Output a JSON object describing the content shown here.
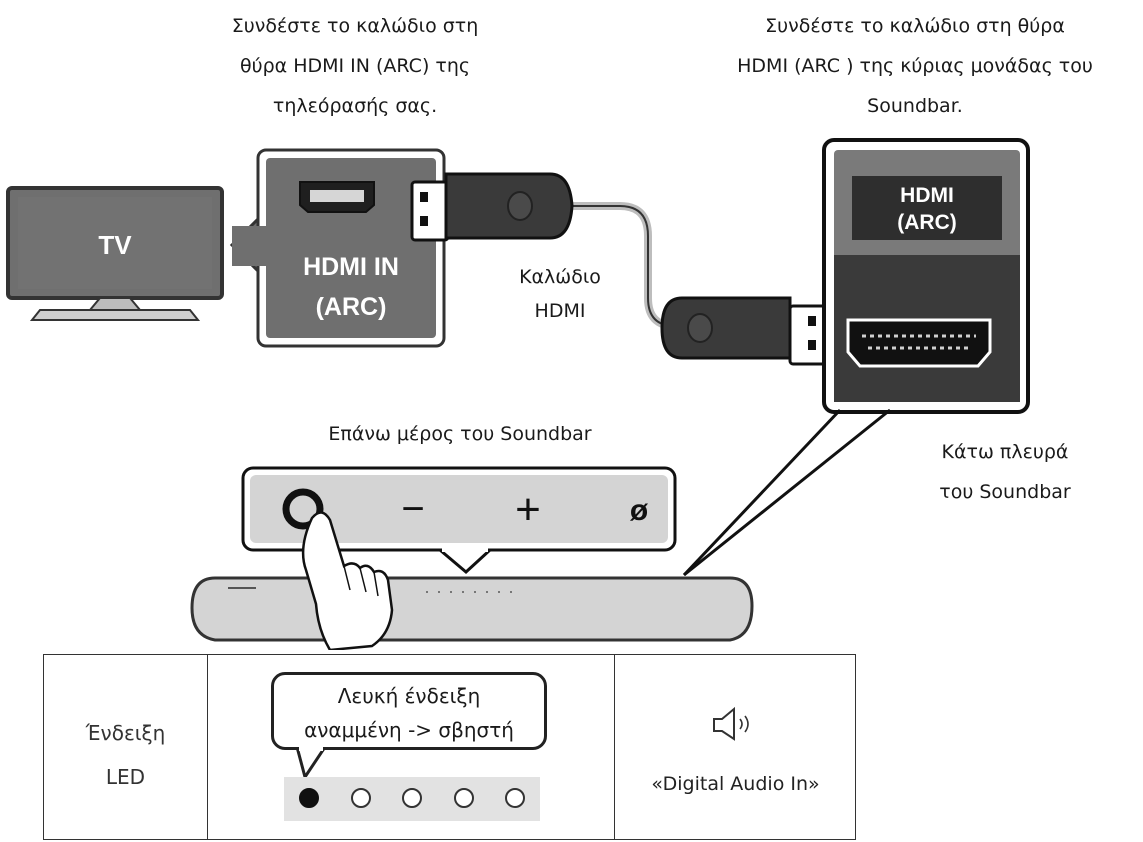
{
  "captions": {
    "tv_port": "Συνδέστε το καλώδιο στη\nθύρα HDMI IN (ARC) της\nτηλεόρασής σας.",
    "soundbar_port": "Συνδέστε το καλώδιο στη θύρα\nHDMI (ARC ) της κύριας μονάδας του\nSoundbar.",
    "cable": "Καλώδιο\nHDMI",
    "top_of_soundbar": "Επάνω μέρος του Soundbar",
    "bottom_of_soundbar": "Κάτω πλευρά\nτου Soundbar"
  },
  "tv": {
    "label": "TV"
  },
  "tv_port": {
    "line1": "HDMI IN",
    "line2": "(ARC)"
  },
  "soundbar_port": {
    "line1": "HDMI",
    "line2": "(ARC)"
  },
  "soundbar_buttons": [
    {
      "icon": "power-button-icon",
      "symbol": ""
    },
    {
      "icon": "volume-down-icon",
      "symbol": "−"
    },
    {
      "icon": "volume-up-icon",
      "symbol": "+"
    },
    {
      "icon": "source-icon",
      "symbol": "ø"
    }
  ],
  "table": {
    "led_label": "Ένδειξη\nLED",
    "bubble_text": "Λευκή ένδειξη\nαναμμένη -> σβηστή",
    "leds": [
      true,
      false,
      false,
      false,
      false
    ],
    "audio_icon": "speaker-icon",
    "audio_label": "«Digital Audio In»"
  },
  "colors": {
    "ink": "#1a1a1a",
    "panel": "#6f6f6f",
    "port_dark": "#3a3a3a",
    "bar": "#d4d4d4"
  }
}
